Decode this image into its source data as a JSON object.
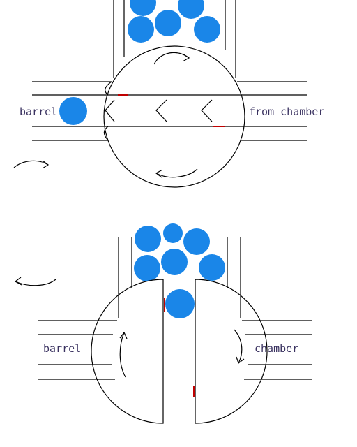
{
  "colors": {
    "ball": "#1a86e8",
    "line": "#000000",
    "label": "#3a3260",
    "mark": "#c00000"
  },
  "top_diagram": {
    "label_left": "barrel",
    "label_right": "from chamber"
  },
  "bottom_diagram": {
    "label_left": "barrel",
    "label_right": "chamber"
  },
  "icons": [
    "rotation-arrow-icon",
    "chevron-left-icon"
  ]
}
